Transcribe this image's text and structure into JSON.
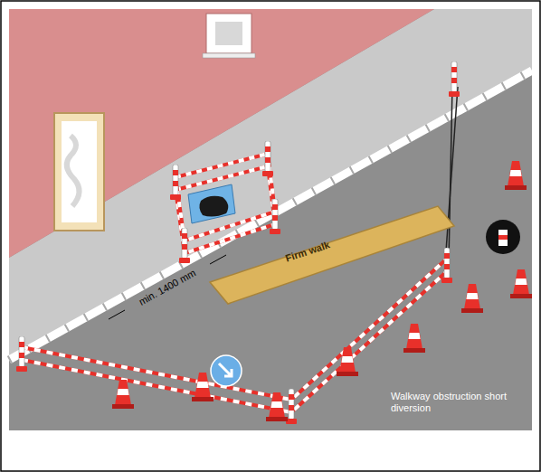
{
  "diagram": {
    "nodes": [
      {
        "text": [
          "Firm walk"
        ]
      }
    ],
    "labels": [
      "min. 1400 mm",
      "Walkway obstruction short diversion"
    ]
  }
}
